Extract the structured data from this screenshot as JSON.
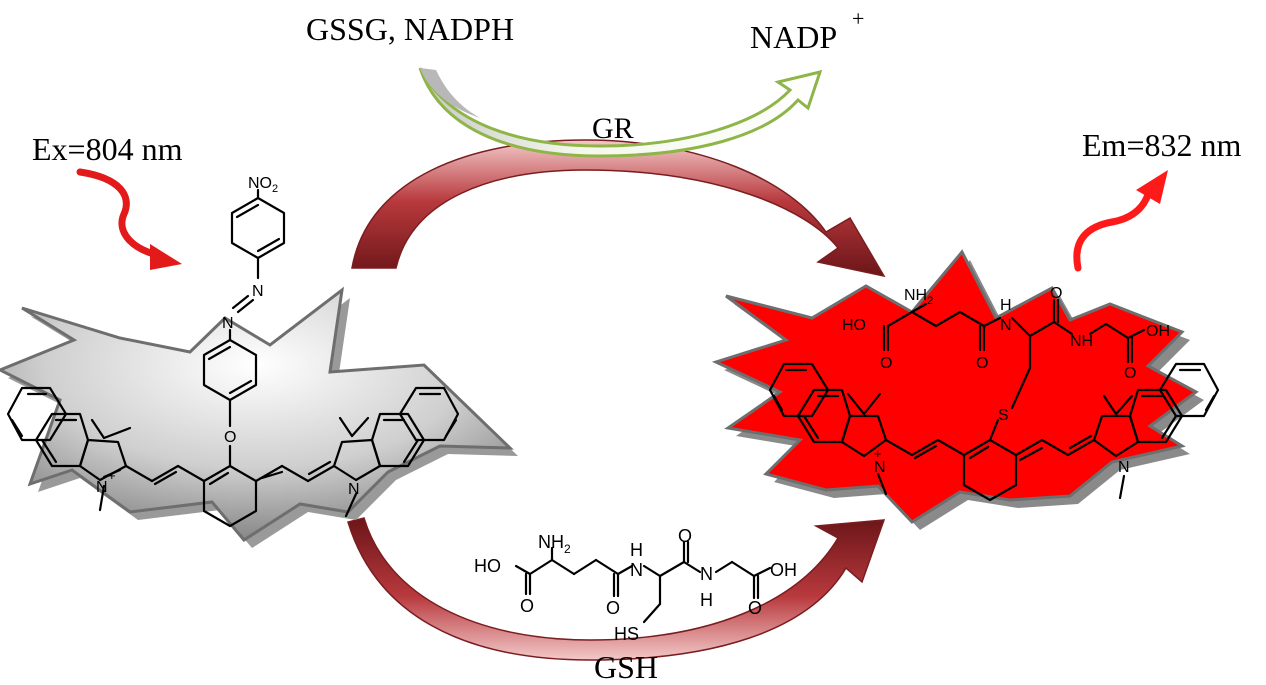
{
  "labels": {
    "reagents_in": "GSSG, NADPH",
    "reagent_out": "NADP",
    "reagent_out_sup": "+",
    "enzyme": "GR",
    "excitation": "Ex=804 nm",
    "emission": "Em=832 nm",
    "thiol": "GSH"
  },
  "probe_atoms": {
    "no2": "NO",
    "no2_sub": "2",
    "n_upper": "N",
    "n_lower": "N",
    "o_ether": "O",
    "n_left": "N",
    "n_left_charge": "+",
    "n_right": "N"
  },
  "product_atoms": {
    "nh2": "NH",
    "nh2_sub": "2",
    "ho": "HO",
    "h": "H",
    "n_amide1": "N",
    "o1": "O",
    "o2": "O",
    "nh": "NH",
    "oh": "OH",
    "o3": "O",
    "o4": "O",
    "s": "S",
    "n_left": "N",
    "n_left_charge": "+",
    "n_right": "N"
  },
  "gsh_atoms": {
    "nh2": "NH",
    "nh2_sub": "2",
    "ho": "HO",
    "h": "H",
    "n_amide1": "N",
    "o1": "O",
    "o2": "O",
    "o3": "O",
    "n_amide2": "N",
    "h2": "H",
    "oh": "OH",
    "o4": "O",
    "hs": "HS"
  },
  "colors": {
    "red_arrow": "#a83236",
    "green_arrow": "#8fb548",
    "product_burst": "#ff0000",
    "emission_arrow": "#ff1a1a"
  }
}
